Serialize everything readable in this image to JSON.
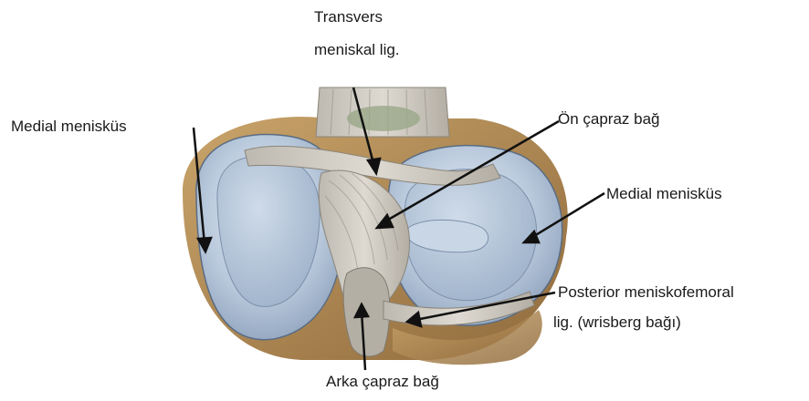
{
  "labels": {
    "transverse_line1": "Transvers",
    "transverse_line2": "meniskal lig.",
    "medial_left": "Medial menisküs",
    "anterior_cruciate": "Ön çapraz bağ",
    "medial_right": "Medial menisküs",
    "posterior_mf_line1": "Posterior meniskofemoral",
    "posterior_mf_line2": "lig. (wrisberg bağı)",
    "posterior_cruciate": "Arka çapraz bağ"
  },
  "colors": {
    "cartilage": "#b9c9dc",
    "cartilage_light": "#dfe8f1",
    "ligament": "#c9c4b8",
    "bone": "#b08a55",
    "arrow": "#111111"
  }
}
